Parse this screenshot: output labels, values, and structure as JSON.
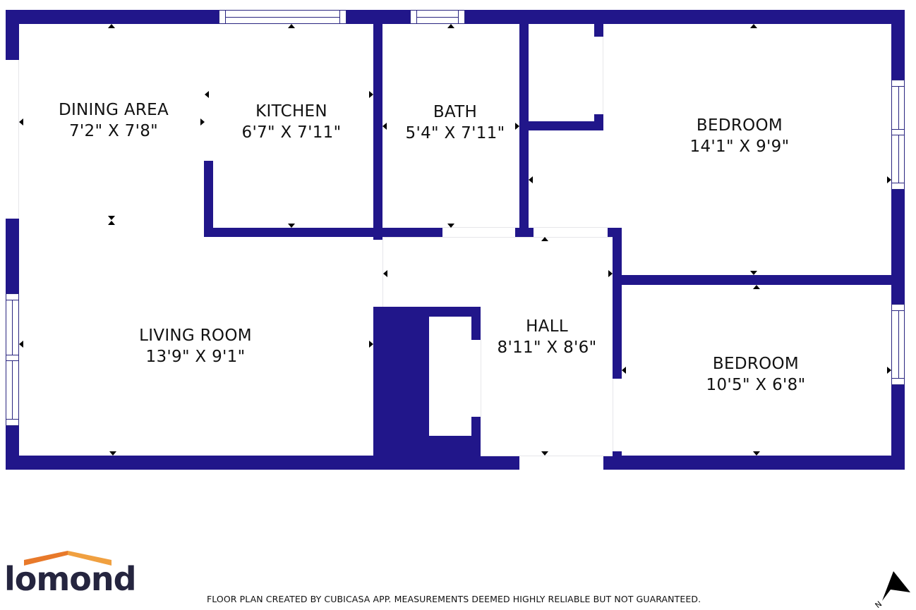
{
  "floor_plan": {
    "wall_color": "#21168a",
    "rooms": [
      {
        "id": "dining-area",
        "name": "DINING AREA",
        "dimensions": "7'2\" X 7'8\""
      },
      {
        "id": "kitchen",
        "name": "KITCHEN",
        "dimensions": "6'7\" X 7'11\""
      },
      {
        "id": "bath",
        "name": "BATH",
        "dimensions": "5'4\" X 7'11\""
      },
      {
        "id": "bedroom-1",
        "name": "BEDROOM",
        "dimensions": "14'1\" X 9'9\""
      },
      {
        "id": "living-room",
        "name": "LIVING ROOM",
        "dimensions": "13'9\" X 9'1\""
      },
      {
        "id": "hall",
        "name": "HALL",
        "dimensions": "8'11\" X 8'6\""
      },
      {
        "id": "bedroom-2",
        "name": "BEDROOM",
        "dimensions": "10'5\" X 6'8\""
      }
    ]
  },
  "footer": {
    "logo_text": "lomond",
    "logo_roof_colors": [
      "#e8792a",
      "#f0a040"
    ],
    "logo_text_color": "#25253f",
    "disclaimer": "FLOOR PLAN CREATED BY CUBICASA APP. MEASUREMENTS DEEMED HIGHLY RELIABLE BUT NOT GUARANTEED.",
    "compass_label": "N"
  }
}
